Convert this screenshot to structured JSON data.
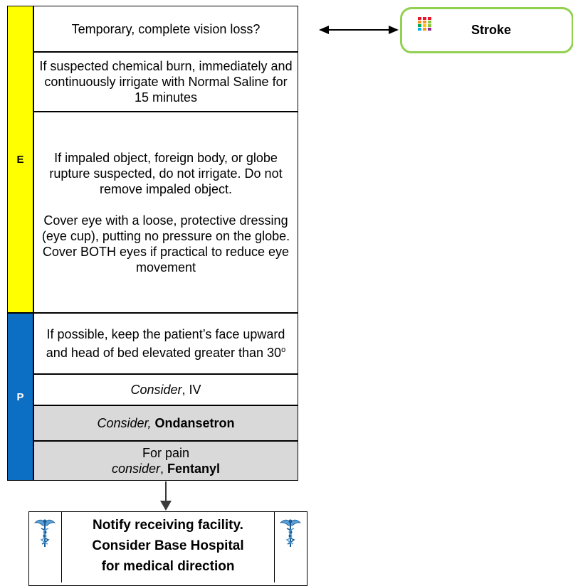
{
  "sidebar": {
    "e_label": "E",
    "p_label": "P"
  },
  "rows": {
    "r1": "Temporary, complete vision loss?",
    "r2": "If suspected chemical burn, immediately and continuously irrigate with Normal Saline for 15 minutes",
    "r3": {
      "line1": "If impaled object, foreign body, or globe rupture suspected, do not irrigate. Do not",
      "line2": "remove impaled object.",
      "line3": "Cover eye with a loose, protective dressing (eye cup), putting no pressure on the globe. Cover BOTH eyes if practical to reduce eye movement"
    },
    "r4": {
      "text": "If possible, keep the patient’s face upward and head of bed elevated greater than 30",
      "superscript": "o"
    },
    "r5": {
      "consider": "Consider",
      "rest": ", IV"
    },
    "r6": {
      "consider": "Consider,",
      "drug": "Ondansetron"
    },
    "r7": {
      "line1": "For pain",
      "consider": "consider",
      "comma": ",",
      "drug": "Fentanyl"
    }
  },
  "stroke": {
    "label": "Stroke"
  },
  "notify": {
    "line1": "Notify receiving facility.",
    "line2": "Consider Base Hospital",
    "line3": "for medical direction"
  },
  "colors": {
    "e_bar": "#ffff00",
    "p_bar": "#0d6fc4",
    "grey_cell": "#d9d9d9",
    "stroke_border": "#92d050"
  },
  "icons": [
    "color-grid-icon",
    "caduceus-icon",
    "double-arrow-icon",
    "down-arrow-icon"
  ]
}
